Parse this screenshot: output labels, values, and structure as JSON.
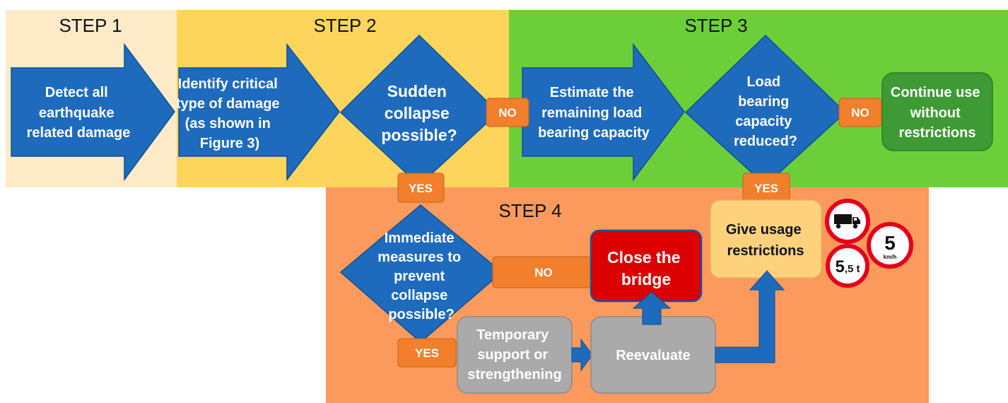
{
  "steps": [
    "STEP 1",
    "STEP 2",
    "STEP 3",
    "STEP 4"
  ],
  "nodes": {
    "detect": [
      "Detect all",
      "earthquake",
      "related damage"
    ],
    "identify": [
      "Identify critical",
      "type of damage",
      "(as shown in",
      "Figure 3)"
    ],
    "sudden": [
      "Sudden",
      "collapse",
      "possible?"
    ],
    "estimate": [
      "Estimate the",
      "remaining load",
      "bearing capacity"
    ],
    "reduced": [
      "Load",
      "bearing",
      "capacity",
      "reduced?"
    ],
    "continue": [
      "Continue use",
      "without",
      "restrictions"
    ],
    "immediate": [
      "Immediate",
      "measures to",
      "prevent",
      "collapse",
      "possible?"
    ],
    "close": [
      "Close the",
      "bridge"
    ],
    "restrictions": [
      "Give usage",
      "restrictions"
    ],
    "temporary": [
      "Temporary",
      "support or",
      "strengthening"
    ],
    "reevaluate": [
      "Reevaluate"
    ]
  },
  "labels": {
    "no": "NO",
    "yes": "YES"
  },
  "signs": {
    "speed_value": "5",
    "speed_unit": "km/h",
    "weight_main": "5",
    "weight_rest": ",5 t"
  },
  "colors": {
    "step1_bg": "#fdebc8",
    "step2_bg": "#fdd55c",
    "step3_bg": "#6ccf3a",
    "step4_bg": "#fb9a5c",
    "blue": "#1e6bbd",
    "orange": "#f17f2c",
    "green_box": "#3e9a34",
    "red_box": "#dc0000",
    "gray_box": "#aaaaaa",
    "light_box": "#fed27c"
  }
}
